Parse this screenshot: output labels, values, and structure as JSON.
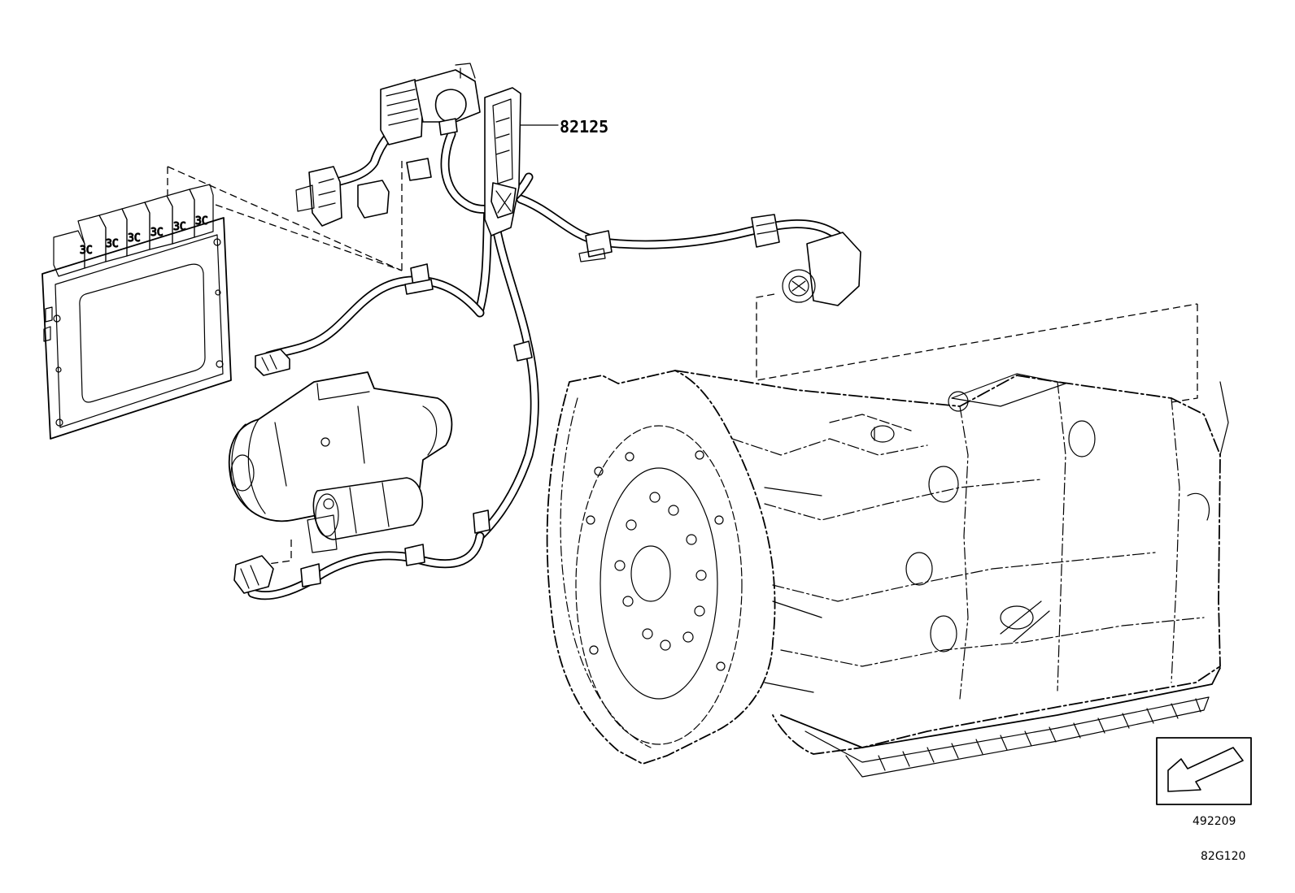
{
  "part_number_label": "82125",
  "ref_code": "492209",
  "figure_code": "82G120"
}
